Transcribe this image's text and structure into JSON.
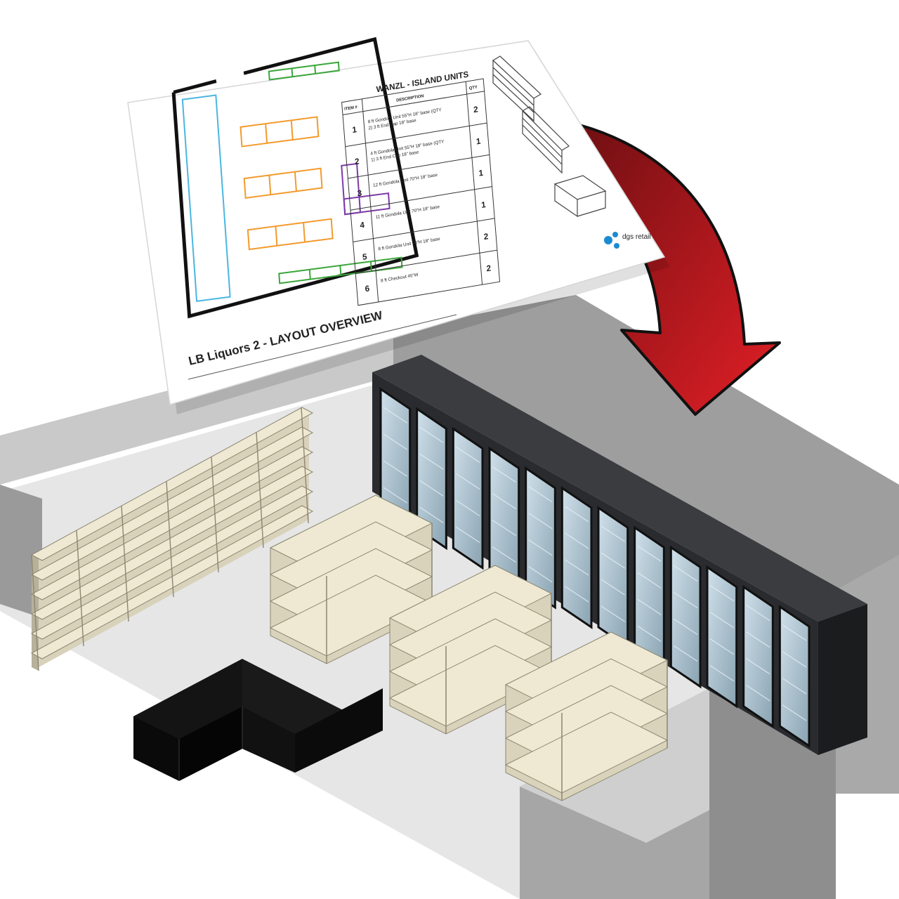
{
  "sheet": {
    "title": "LB Liquors 2 - LAYOUT OVERVIEW",
    "table_title": "WANZL - ISLAND UNITS",
    "headers": {
      "item": "ITEM #",
      "description": "DESCRIPTION",
      "qty": "QTY"
    },
    "rows": [
      {
        "item": "1",
        "description": "8 ft Gondola Unit 55\"H 18\" base (QTY 2) 3 ft End Cap 18\" base",
        "qty": "2"
      },
      {
        "item": "2",
        "description": "4 ft Gondola Unit 55\"H 18\" base (QTY 1) 3 ft End Cap 18\" base",
        "qty": "1"
      },
      {
        "item": "3",
        "description": "12 ft Gondola Unit 70\"H 18\" base",
        "qty": "1"
      },
      {
        "item": "4",
        "description": "11 ft Gondola Unit 70\"H 18\" base",
        "qty": "1"
      },
      {
        "item": "5",
        "description": "8 ft Gondola Unit 70\"H 18\" base",
        "qty": "2"
      },
      {
        "item": "6",
        "description": "8 ft Checkout 45\"W",
        "qty": "2"
      }
    ],
    "logo_text": "dgs retail"
  },
  "colors": {
    "arrow": "#c0161b",
    "floor": "#e4e4e4",
    "wall": "#a8a8a8",
    "shelf": "#ece6cf",
    "cooler": "#2a2b2e",
    "checkout": "#0d0d0d",
    "plan_orange": "#f39a2c",
    "plan_green": "#3aa63a",
    "plan_purple": "#7b3aa8",
    "plan_blue": "#4ab6e0"
  }
}
